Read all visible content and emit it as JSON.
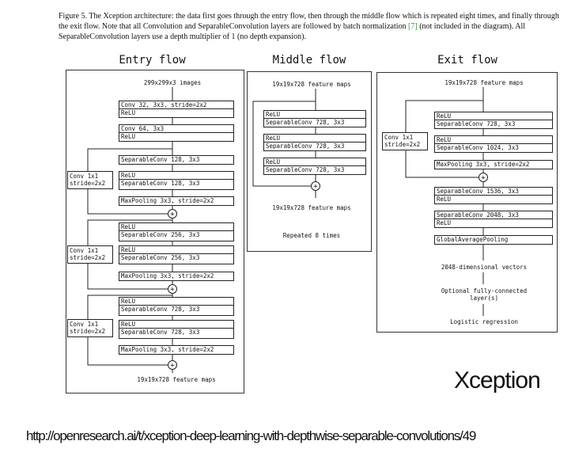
{
  "caption": {
    "text_before_ref": "Figure 5. The Xception architecture: the data first goes through the entry flow, then through the middle flow which is repeated eight times, and finally through the exit flow. Note that all Convolution and SeparableConvolution layers are followed by batch normalization ",
    "ref": "[7]",
    "text_after_ref": " (not included in the diagram). All SeparableConvolution layers use a depth multiplier of 1 (no depth expansion)."
  },
  "entry": {
    "title": "Entry flow",
    "input": "299x299x3 images",
    "conv1": [
      "Conv 32, 3x3, stride=2x2",
      "ReLU"
    ],
    "conv2": [
      "Conv 64, 3x3",
      "ReLU"
    ],
    "b1_sep": "SeparableConv 128, 3x3",
    "b1_pair": [
      "ReLU",
      "SeparableConv 128, 3x3"
    ],
    "b1_pool": "MaxPooling 3x3, stride=2x2",
    "b2_pair1": [
      "ReLU",
      "SeparableConv 256, 3x3"
    ],
    "b2_pair2": [
      "ReLU",
      "SeparableConv 256, 3x3"
    ],
    "b2_pool": "MaxPooling 3x3, stride=2x2",
    "b3_pair1": [
      "ReLU",
      "SeparableConv 728, 3x3"
    ],
    "b3_pair2": [
      "ReLU",
      "SeparableConv 728, 3x3"
    ],
    "b3_pool": "MaxPooling 3x3, stride=2x2",
    "skip": [
      "Conv 1x1",
      "stride=2x2"
    ],
    "output": "19x19x728 feature maps"
  },
  "middle": {
    "title": "Middle flow",
    "input": "19x19x728 feature maps",
    "pair1": [
      "ReLU",
      "SeparableConv 728, 3x3"
    ],
    "pair2": [
      "ReLU",
      "SeparableConv 728, 3x3"
    ],
    "pair3": [
      "ReLU",
      "SeparableConv 728, 3x3"
    ],
    "output": "19x19x728 feature maps",
    "note": "Repeated 8 times"
  },
  "exit": {
    "title": "Exit flow",
    "input": "19x19x728 feature maps",
    "pair1": [
      "ReLU",
      "SeparableConv 728, 3x3"
    ],
    "pair2": [
      "ReLU",
      "SeparableConv 1024, 3x3"
    ],
    "pool": "MaxPooling 3x3, stride=2x2",
    "skip": [
      "Conv 1x1",
      "stride=2x2"
    ],
    "sep3": [
      "SeparableConv 1536, 3x3",
      "ReLU"
    ],
    "sep4": [
      "SeparableConv 2048, 3x3",
      "ReLU"
    ],
    "gap": "GlobalAveragePooling",
    "vectors": "2048-dimensional vectors",
    "fc": [
      "Optional fully-connected",
      "layer(s)"
    ],
    "logistic": "Logistic regression"
  },
  "plus_symbol": "+",
  "label_big": "Xception",
  "url": "http://openresearch.ai/t/xception-deep-learning-with-depthwise-separable-convolutions/49"
}
